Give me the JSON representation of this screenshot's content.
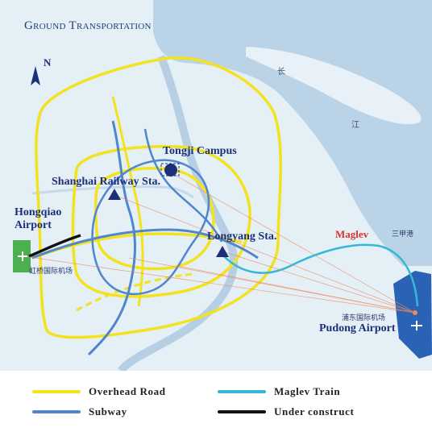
{
  "title": "Ground Transportation",
  "north_label": "N",
  "places": {
    "tongji": "Tongji Campus",
    "railway": "Shanghai  Railway Sta.",
    "hongqiao_1": "Hongqiao",
    "hongqiao_2": "Airport",
    "hongqiao_cn": "虹桥国际机场",
    "longyang": "Longyang Sta.",
    "pudong": "Pudong Airport",
    "pudong_cn": "浦东国际机场",
    "maglev": "Maglev"
  },
  "river_labels": {
    "chang": "长",
    "jiang": "江",
    "sanjiagang": "三甲港"
  },
  "legend": [
    {
      "label": "Overhead Road",
      "color": "#f2e31e"
    },
    {
      "label": "Subway",
      "color": "#4f86cc"
    },
    {
      "label": "Maglev Train",
      "color": "#35b8d8"
    },
    {
      "label": "Under construct",
      "color": "#111111"
    }
  ],
  "colors": {
    "water": "#bcd5e8",
    "land": "#e3eef5",
    "overhead": "#f2e31e",
    "subway": "#4f86cc",
    "maglev": "#35b8d8",
    "construct": "#111111",
    "marker": "#1d2f78"
  }
}
